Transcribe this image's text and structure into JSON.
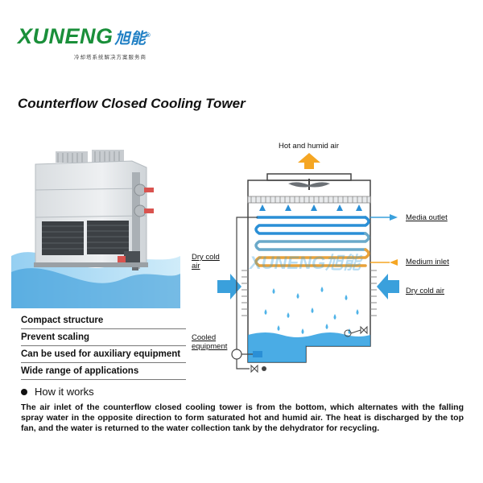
{
  "brand": {
    "name": "XUNENG",
    "name_cn": "旭能",
    "registered": "®",
    "tagline": "冷却塔系统解决方案服务商"
  },
  "title": "Counterflow Closed Cooling Tower",
  "features": [
    "Compact structure",
    "Prevent scaling",
    "Can be used for auxiliary  equipment",
    "Wide range of applications"
  ],
  "how_it_works": {
    "heading": "How it works",
    "description": "The air inlet of the counterflow closed cooling tower is from the bottom, which alternates with the falling spray water in the opposite direction to form saturated hot and humid air. The heat is discharged by the top fan, and the water is returned to the water collection tank by the dehydrator for recycling."
  },
  "diagram": {
    "labels": {
      "hot_air": "Hot and humid air",
      "media_outlet": "Media outlet",
      "medium_inlet": "Medium inlet",
      "dry_cold_air_left": "Dry cold air",
      "dry_cold_air_right": "Dry cold air",
      "cooled_equipment": "Cooled equipment"
    },
    "watermark": "XUNENG旭能",
    "colors": {
      "arrow_orange": "#f5a623",
      "arrow_blue": "#3aa0dc",
      "coil_blue": "#2a8fd6",
      "coil_orange": "#e8a23a",
      "water": "#2a9ee0"
    }
  }
}
